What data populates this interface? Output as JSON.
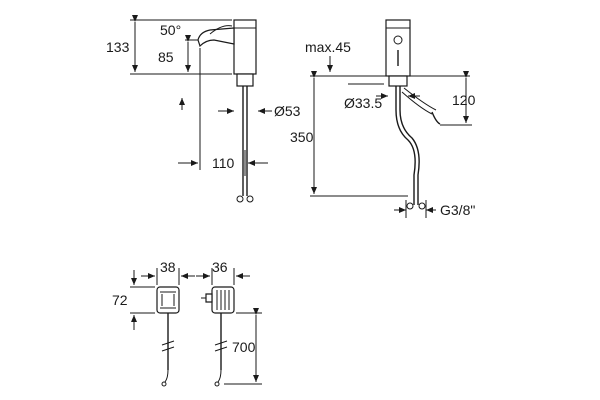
{
  "dimensions": {
    "faucet_side": {
      "height_total": "133",
      "angle": "50°",
      "height_spout": "85",
      "diameter": "Ø53",
      "projection": "110"
    },
    "faucet_front": {
      "max_deck": "max.45",
      "hole_diameter": "Ø33.5",
      "hose_height": "120",
      "total_length": "350",
      "connection": "G3/8\""
    },
    "sensor_boxes": {
      "width_front": "38",
      "width_side": "36",
      "height_box": "72",
      "cable_length": "700"
    }
  }
}
